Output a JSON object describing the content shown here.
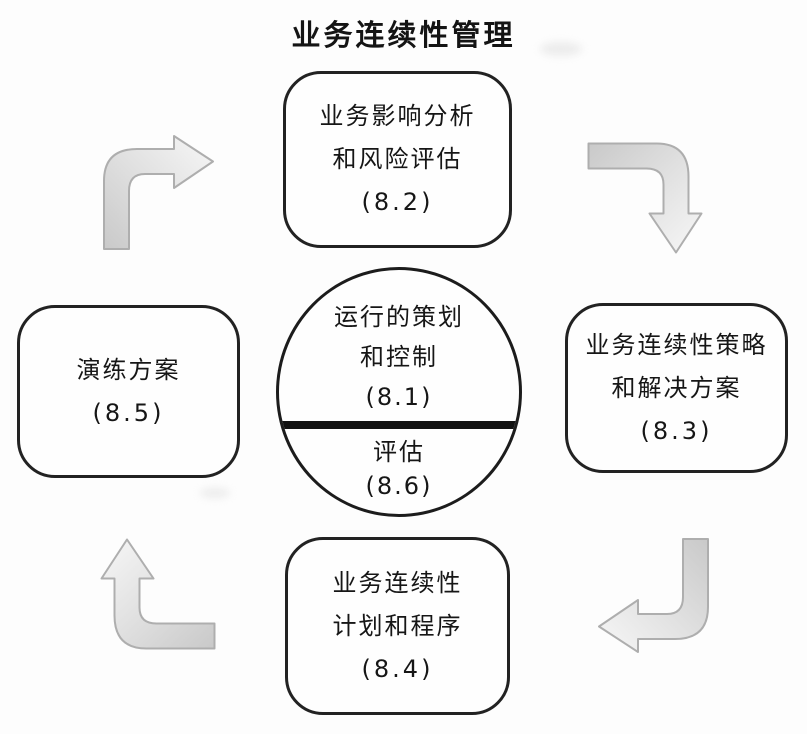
{
  "title": "业务连续性管理",
  "center_circle": {
    "upper": {
      "line1": "运行的策划",
      "line2": "和控制",
      "number": "(8.1)"
    },
    "lower": {
      "line1": "评估",
      "number": "(8.6)"
    }
  },
  "nodes": {
    "top": {
      "line1": "业务影响分析",
      "line2": "和风险评估",
      "number": "(8.2)"
    },
    "right": {
      "line1": "业务连续性策略",
      "line2": "和解决方案",
      "number": "(8.3)"
    },
    "bottom": {
      "line1": "业务连续性",
      "line2": "计划和程序",
      "number": "(8.4)"
    },
    "left": {
      "line1": "演练方案",
      "number": "(8.5)"
    }
  },
  "arrows": {
    "left_to_top": "elbow-arrow-up-then-right",
    "top_to_right": "elbow-arrow-right-then-down",
    "right_to_bottom": "elbow-arrow-down-then-left",
    "bottom_to_left": "elbow-arrow-left-then-up"
  },
  "colors": {
    "background": "#fdfdfd",
    "node_border": "#222222",
    "divider": "#111111",
    "arrow_fill_dark": "#c9c9c9",
    "arrow_fill_light": "#f5f5f5",
    "arrow_stroke": "#aeaeae"
  }
}
